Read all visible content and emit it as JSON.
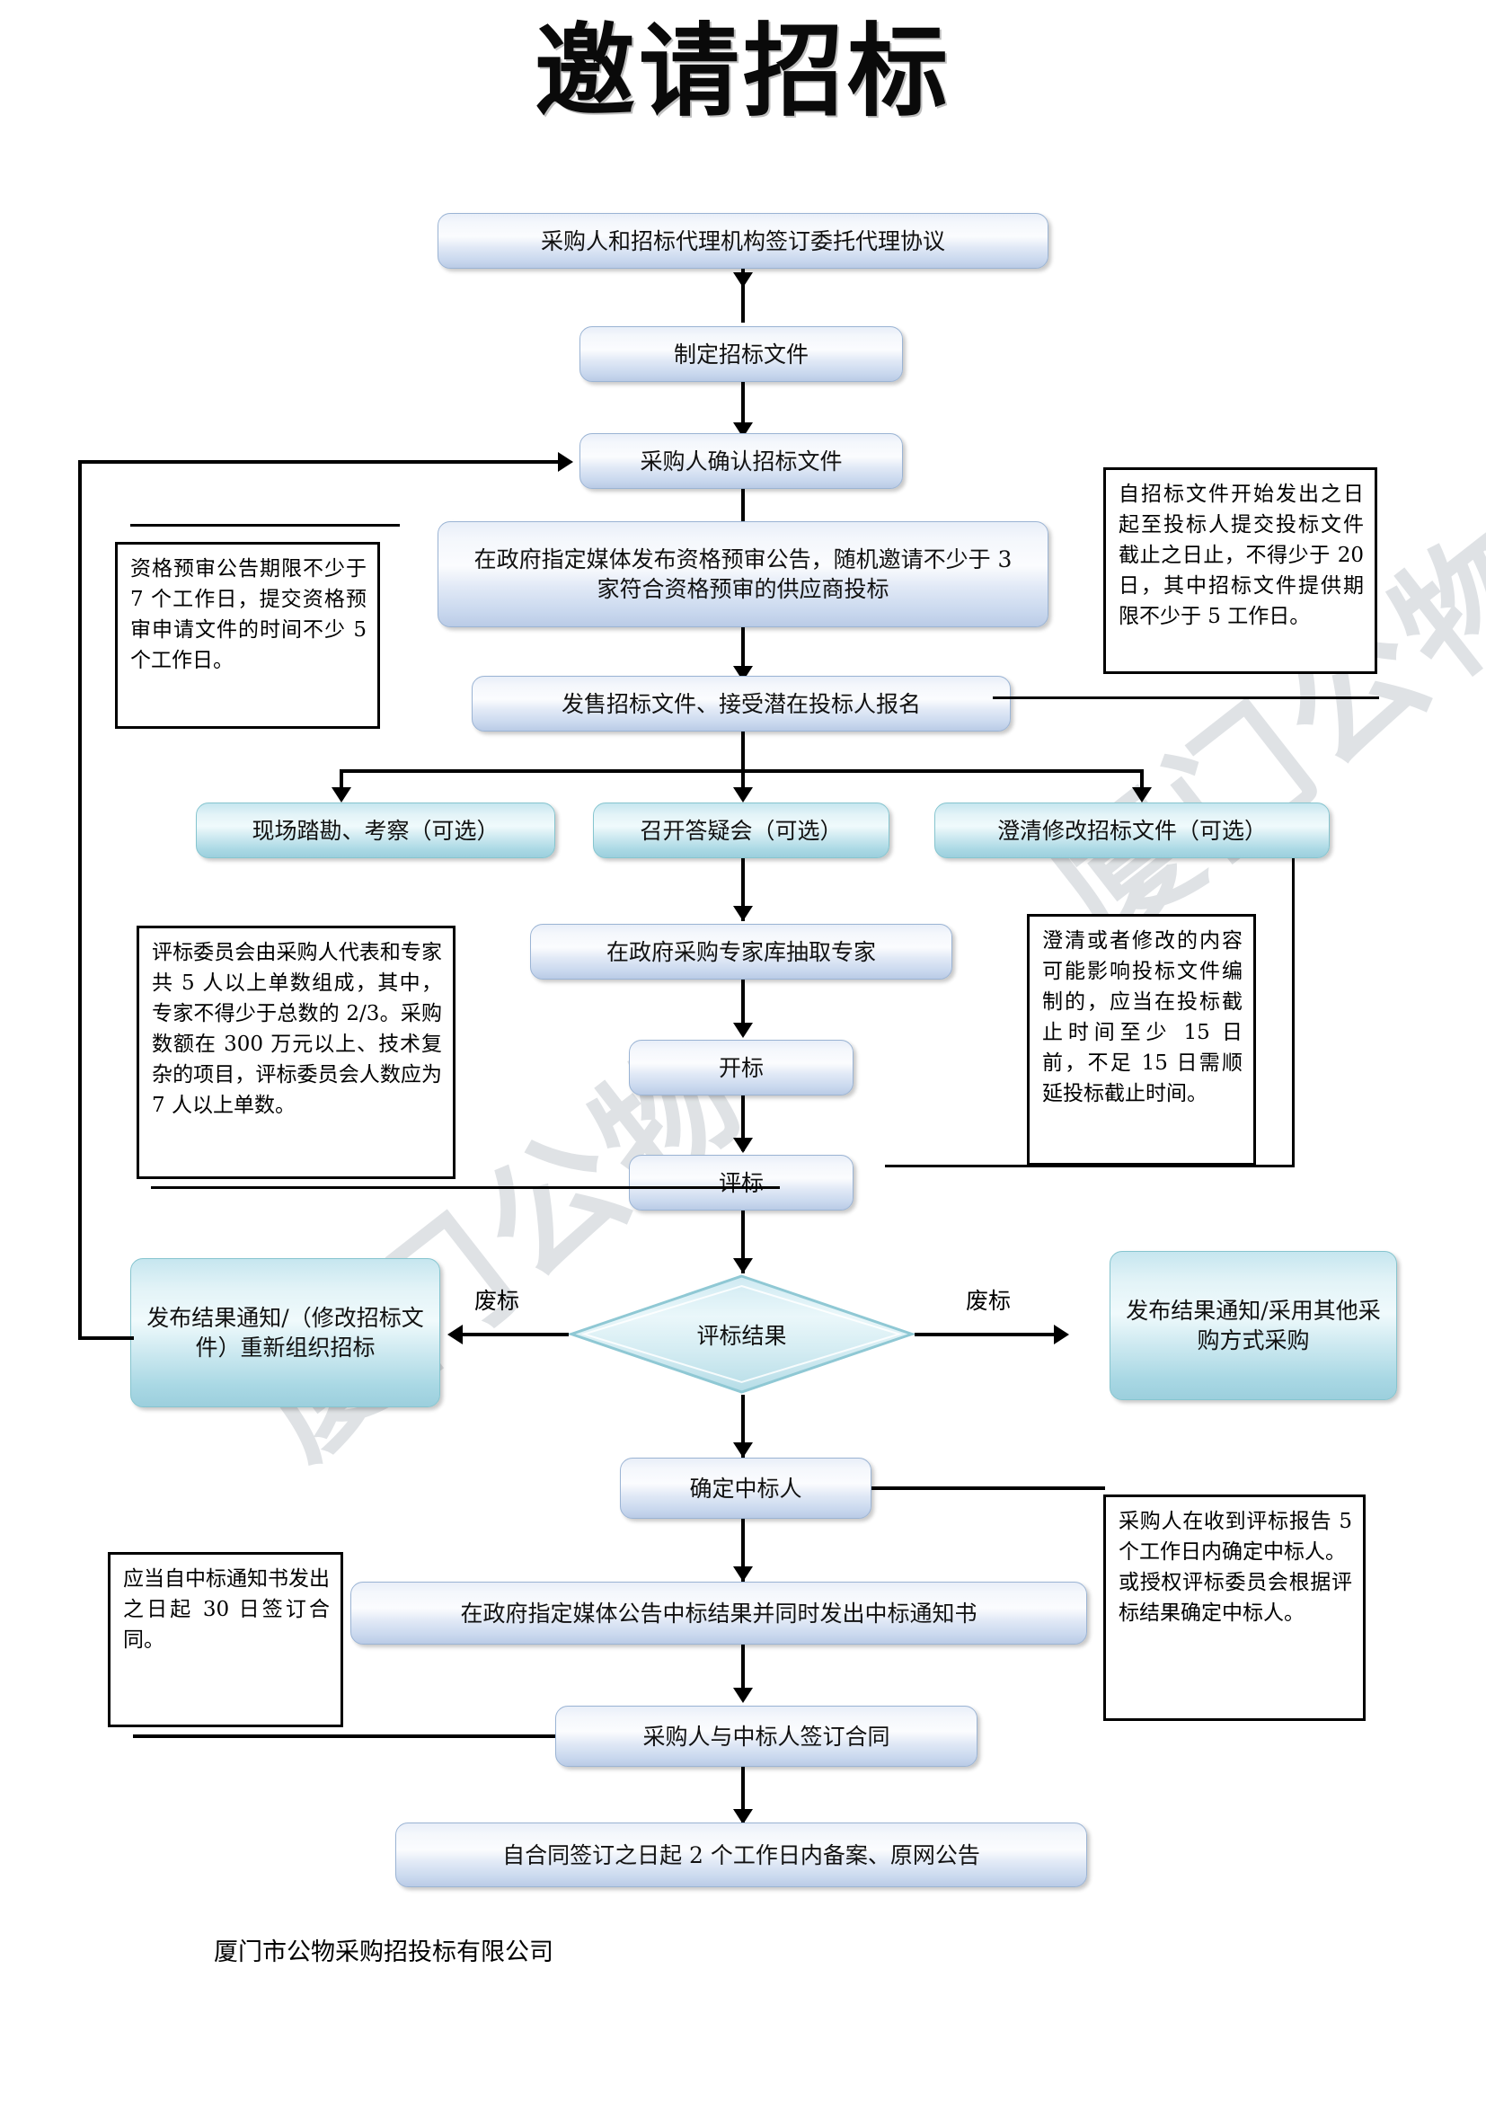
{
  "document": {
    "title": "邀请招标",
    "footer": "厦门市公物采购招投标有限公司",
    "watermarks": [
      "厦门公物",
      "厦门公物"
    ]
  },
  "colors": {
    "process_fill_light": "#fbfcfe",
    "process_fill_dark": "#bacbe6",
    "process_border": "#9bb4d4",
    "optional_fill_light": "#f0fafc",
    "optional_fill_dark": "#9ccfdd",
    "optional_border": "#86c5cf",
    "note_border": "#000000",
    "connector": "#000000",
    "text": "#111111"
  },
  "flow": {
    "nodes": [
      {
        "id": "n1",
        "label": "采购人和招标代理机构签订委托代理协议",
        "shape": "process"
      },
      {
        "id": "n2",
        "label": "制定招标文件",
        "shape": "process"
      },
      {
        "id": "n3",
        "label": "采购人确认招标文件",
        "shape": "process"
      },
      {
        "id": "n4",
        "label": "在政府指定媒体发布资格预审公告，随机邀请不少于 3 家符合资格预审的供应商投标",
        "shape": "process"
      },
      {
        "id": "n5",
        "label": "发售招标文件、接受潜在投标人报名",
        "shape": "process"
      },
      {
        "id": "n6",
        "label": "现场踏勘、考察（可选）",
        "shape": "optional"
      },
      {
        "id": "n7",
        "label": "召开答疑会（可选）",
        "shape": "optional"
      },
      {
        "id": "n8",
        "label": "澄清修改招标文件（可选）",
        "shape": "optional"
      },
      {
        "id": "n9",
        "label": "在政府采购专家库抽取专家",
        "shape": "process"
      },
      {
        "id": "n10",
        "label": "开标",
        "shape": "process"
      },
      {
        "id": "n11",
        "label": "评标",
        "shape": "process"
      },
      {
        "id": "n12",
        "label": "评标结果",
        "shape": "decision"
      },
      {
        "id": "n13",
        "label": "发布结果通知/（修改招标文件）重新组织招标",
        "shape": "optional"
      },
      {
        "id": "n14",
        "label": "发布结果通知/采用其他采购方式采购",
        "shape": "optional"
      },
      {
        "id": "n15",
        "label": "确定中标人",
        "shape": "process"
      },
      {
        "id": "n16",
        "label": "在政府指定媒体公告中标结果并同时发出中标通知书",
        "shape": "process"
      },
      {
        "id": "n17",
        "label": "采购人与中标人签订合同",
        "shape": "process"
      },
      {
        "id": "n18",
        "label": "自合同签订之日起 2 个工作日内备案、原网公告",
        "shape": "process"
      }
    ],
    "edge_labels": {
      "reject_left": "废标",
      "reject_right": "废标"
    }
  },
  "notes": [
    {
      "id": "note1",
      "text": "资格预审公告期限不少于 7 个工作日，提交资格预审申请文件的时间不少 5 个工作日。"
    },
    {
      "id": "note2",
      "text": "自招标文件开始发出之日起至投标人提交投标文件截止之日止，不得少于 20 日，其中招标文件提供期限不少于 5 工作日。"
    },
    {
      "id": "note3",
      "text": "评标委员会由采购人代表和专家共 5 人以上单数组成，其中，专家不得少于总数的 2/3。采购数额在 300 万元以上、技术复杂的项目，评标委员会人数应为 7 人以上单数。"
    },
    {
      "id": "note4",
      "text": "澄清或者修改的内容可能影响投标文件编制的，应当在投标截止时间至少 15 日前，不足 15 日需顺延投标截止时间。"
    },
    {
      "id": "note5",
      "text": "采购人在收到评标报告 5 个工作日内确定中标人。\n或授权评标委员会根据评标结果确定中标人。"
    },
    {
      "id": "note6",
      "text": "应当自中标通知书发出之日起 30 日签订合同。"
    }
  ]
}
